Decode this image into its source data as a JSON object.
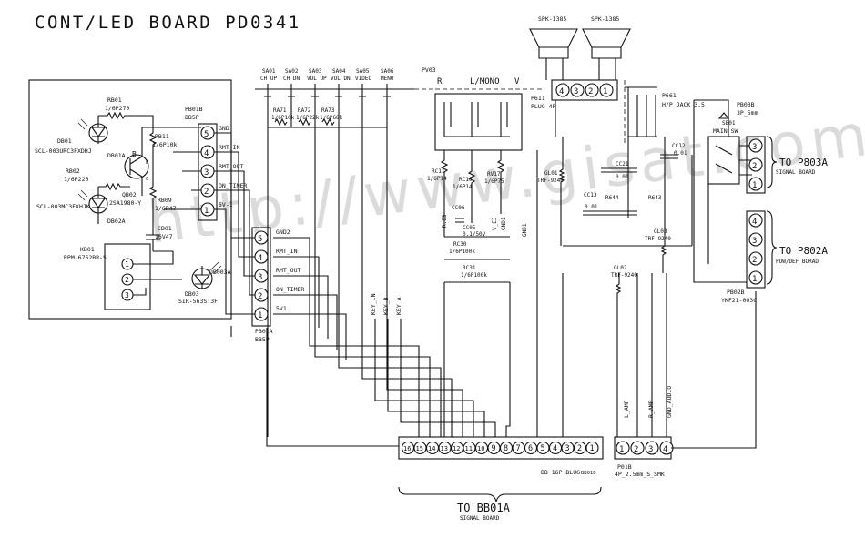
{
  "title": "CONT/LED BOARD  PD0341",
  "watermark": "http://www.gisat.com",
  "left_board": {
    "rb01": {
      "ref": "RB01",
      "val": "1/6P270"
    },
    "db01": {
      "ref": "DB01",
      "part": "SCL-003URC3FXDHJ",
      "tag": "DB01A"
    },
    "rb11": {
      "ref": "RB11",
      "val": "1/6P10k"
    },
    "rb02": {
      "ref": "RB02",
      "val": "1/6P220"
    },
    "qb02": {
      "ref": "QB02",
      "part": "2SA1980-Y"
    },
    "db02": {
      "part": "SCL-003MC3FXHJK",
      "tag": "DB02A"
    },
    "rb09": {
      "ref": "RB09",
      "val": "1/6P47"
    },
    "cb01": {
      "ref": "CB01",
      "val": "16V47"
    },
    "kb01": {
      "ref": "KB01",
      "part": "RPM-6762BR-S"
    },
    "db03": {
      "ref": "DB03",
      "part": "SIR-563ST3F",
      "tag": "DB003A"
    },
    "pb01b": {
      "ref": "PB01B",
      "type": "BB5P"
    },
    "pins": [
      "5",
      "4",
      "3",
      "2",
      "1"
    ],
    "signals": [
      "GND",
      "RMT_IN",
      "RMT_OUT",
      "ON_TIMER",
      "5V-1"
    ],
    "b_label": "B",
    "e_label": "E",
    "c_label": "C"
  },
  "pb01a": {
    "ref": "PB01A",
    "type": "BB5P",
    "pins": [
      "5",
      "4",
      "3",
      "2",
      "1"
    ],
    "signals": [
      "GND2",
      "RMT_IN",
      "RMT_OUT",
      "ON_TIMER",
      "5V1"
    ]
  },
  "switches": [
    {
      "ref": "SA01",
      "name": "CH UP"
    },
    {
      "ref": "SA02",
      "name": "CH DN"
    },
    {
      "ref": "SA03",
      "name": "VOL UP"
    },
    {
      "ref": "SA04",
      "name": "VOL DN"
    },
    {
      "ref": "SA05",
      "name": "VIDEO"
    },
    {
      "ref": "SA06",
      "name": "MENU"
    }
  ],
  "ra": [
    {
      "ref": "RA71",
      "val": "1/6P10k"
    },
    {
      "ref": "RA72",
      "val": "1/6P22k"
    },
    {
      "ref": "RA73",
      "val": "1/6P68k"
    }
  ],
  "pv03": {
    "ref": "PV03",
    "labels": [
      "R",
      "L/MONO",
      "V"
    ]
  },
  "av": {
    "rc11": {
      "ref": "RC11",
      "val": "1/6P14"
    },
    "rc10": {
      "ref": "RC10",
      "val": "1/6P14"
    },
    "rv17": {
      "ref": "RV17",
      "val": "1/6P75"
    },
    "cc06": {
      "ref": "CC06",
      "val": "R.E3"
    },
    "cc05": {
      "ref": "CC05",
      "val": "R.E3"
    },
    "cc05b": {
      "ref": "CC05",
      "val": "0.1/50V"
    },
    "rc30": {
      "ref": "RC30",
      "val": "1/6P100k"
    },
    "rc31": {
      "ref": "RC31",
      "val": "1/6P100k"
    },
    "vline": "V_E3",
    "gnd1a": "GND1",
    "gnd1b": "GND1",
    "key_in": "KEY_IN",
    "key_b": "KEY_B",
    "key_a": "KEY_A"
  },
  "speakers": [
    "SPK-1385",
    "SPK-1385"
  ],
  "p611": {
    "ref": "P611",
    "type": "PLUG 4P",
    "pins": [
      "4",
      "3",
      "2",
      "1"
    ]
  },
  "p661": {
    "ref": "P661",
    "type": "H/P JACK 3.5"
  },
  "audio": {
    "cc12": {
      "ref": "CC12",
      "val": "0.01"
    },
    "cc21": {
      "ref": "CC21",
      "val": "0.01"
    },
    "cc13": {
      "ref": "CC13",
      "val": "0.01"
    },
    "gl01": {
      "ref": "GL01",
      "part": "TRF-9240"
    },
    "gl02": {
      "ref": "GL02",
      "part": "TRF-9240"
    },
    "gl03": {
      "ref": "GL03",
      "part": "TRF-9240"
    },
    "r644": "R644",
    "r643": "R643",
    "l_amp": "L_AMP",
    "r_amp": "R_AMP",
    "gnd_audio": "GND_AUDIO"
  },
  "pb03b": {
    "ref": "PB03B",
    "type": "3P_5mm",
    "pins": [
      "3",
      "2",
      "1"
    ]
  },
  "sb01": {
    "ref": "SB01",
    "name": "MAIN SW"
  },
  "to_p803a": {
    "title": "TO P803A",
    "sub": "SIGNAL BOARD"
  },
  "pb02b": {
    "ref": "PB02B",
    "part": "YKF21-003C",
    "pins": [
      "4",
      "3",
      "2",
      "1"
    ]
  },
  "to_p802a": {
    "title": "TO P802A",
    "sub": "POW/DEF BORAD"
  },
  "bb16": {
    "pins": [
      "16",
      "15",
      "14",
      "13",
      "12",
      "11",
      "10",
      "9",
      "8",
      "7",
      "6",
      "5",
      "4",
      "3",
      "2",
      "1"
    ],
    "label": "BB 16P BLUG",
    "ref": "BB01B"
  },
  "p01b": {
    "ref": "P01B",
    "type": "4P_2.5mm_S_SMK",
    "pins": [
      "1",
      "2",
      "3",
      "4"
    ]
  },
  "to_bb01a": {
    "title": "TO BB01A",
    "sub": "SIGNAL BOARD"
  }
}
